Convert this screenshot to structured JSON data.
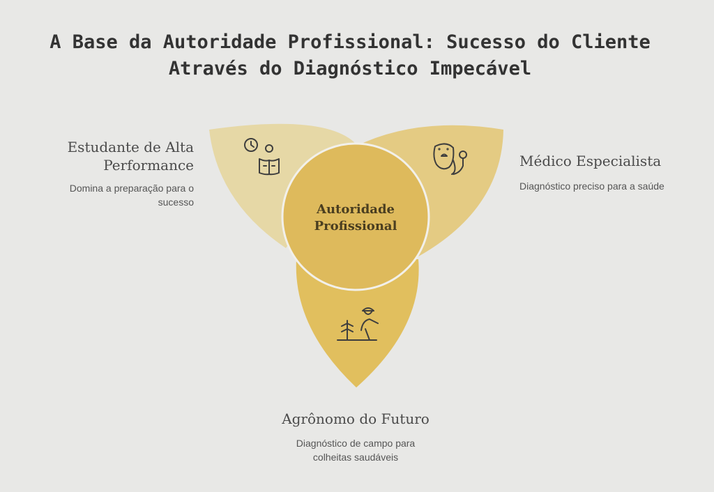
{
  "title_line1": "A Base da Autoridade Profissional: Sucesso do Cliente",
  "title_line2": "Através do Diagnóstico Impecável",
  "center": {
    "line1": "Autoridade",
    "line2": "Profissional"
  },
  "petals": [
    {
      "label_line1": "Estudante de Alta",
      "label_line2": "Performance",
      "desc_line1": "Domina a preparação para o",
      "desc_line2": "sucesso",
      "icon": "student-reading-clock-icon",
      "color": "#e6d8a6"
    },
    {
      "label_line1": "Médico Especialista",
      "desc_line1": "Diagnóstico preciso para a saúde",
      "icon": "stethoscope-icon",
      "color": "#e4cb83"
    },
    {
      "label_line1": "Agrônomo do Futuro",
      "desc_line1": "Diagnóstico de campo para",
      "desc_line2": "colheitas saudáveis",
      "icon": "farmer-plant-icon",
      "color": "#e1bf5e"
    }
  ],
  "center_color": "#deba5c"
}
